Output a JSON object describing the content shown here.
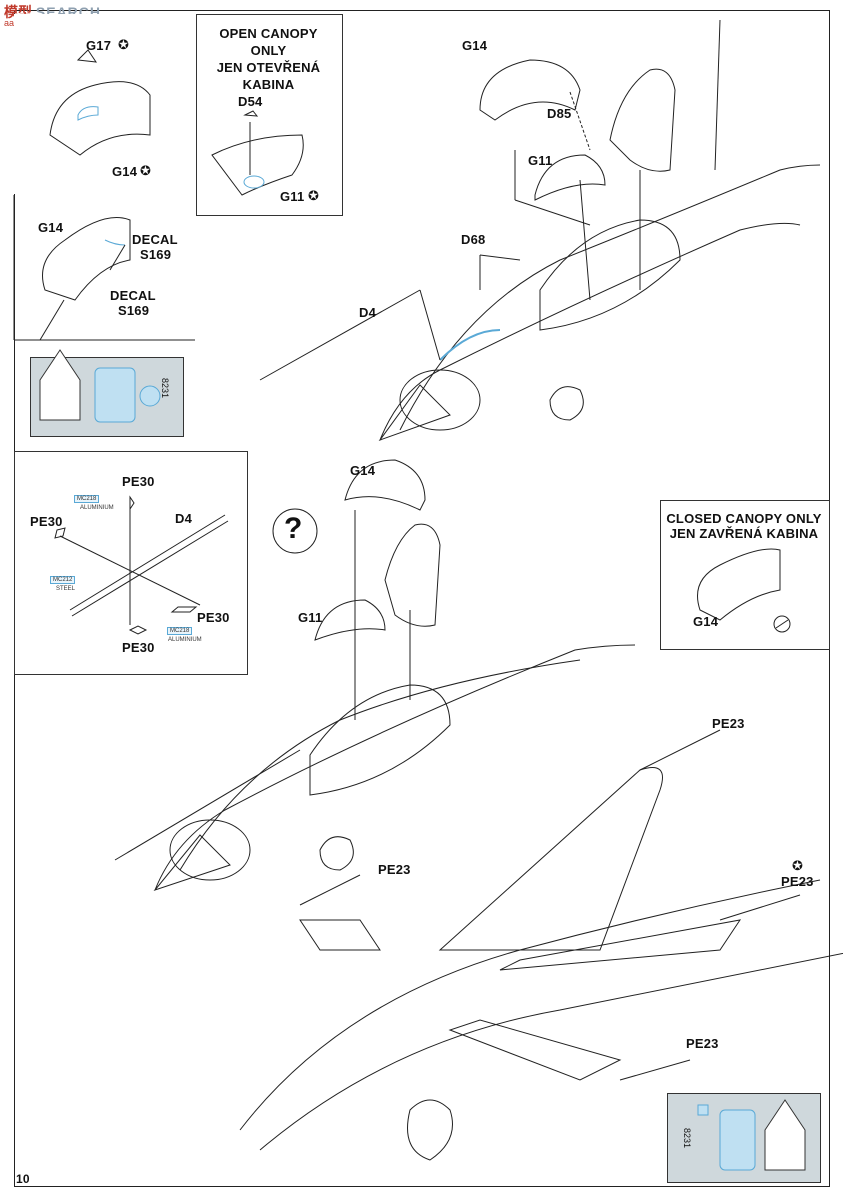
{
  "watermark": {
    "brand": "模型",
    "suffix": "SEARCH",
    "url": "aaa-shou.com"
  },
  "page_number": "10",
  "insets": {
    "open_canopy": {
      "line1": "OPEN CANOPY",
      "line2": "ONLY",
      "line3": "JEN OTEVŘENÁ",
      "line4": "KABINA"
    },
    "closed_canopy": {
      "line1": "CLOSED CANOPY ONLY",
      "line2": "JEN ZAVŘENÁ KABINA"
    }
  },
  "labels": {
    "g17": "G17",
    "g14_a": "G14",
    "g14_b": "G14",
    "g14_c": "G14",
    "g14_d": "G14",
    "g14_e": "G14",
    "d54": "D54",
    "g11_a": "G11",
    "g11_b": "G11",
    "g11_c": "G11",
    "decal_a1": "DECAL",
    "decal_a2": "S169",
    "decal_b1": "DECAL",
    "decal_b2": "S169",
    "d85": "D85",
    "d68": "D68",
    "d4_a": "D4",
    "d4_b": "D4",
    "pe30_a": "PE30",
    "pe30_b": "PE30",
    "pe30_c": "PE30",
    "pe30_d": "PE30",
    "pe23_a": "PE23",
    "pe23_b": "PE23",
    "pe23_c": "PE23",
    "pe23_d": "PE23",
    "question": "?"
  },
  "paint_tags": {
    "mc218_a": "MC218",
    "aluminium_a": "ALUMINIUM",
    "mc212": "MC212",
    "steel": "STEEL",
    "mc218_b": "MC218",
    "aluminium_b": "ALUMINIUM"
  },
  "fret_number": "8231",
  "colors": {
    "accent_blue": "#5aa9d6",
    "line": "#222222"
  }
}
